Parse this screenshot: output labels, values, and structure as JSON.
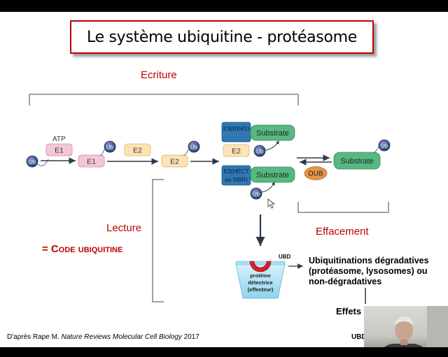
{
  "slide": {
    "title": "Le système ubiquitine - protéasome",
    "ecriture_label": "Ecriture",
    "lecture_label": "Lecture",
    "code_label": "= Code ubiquitine",
    "effacement_label": "Effacement",
    "credit_prefix": "D'après Rape M. ",
    "credit_journal": "Nature Reviews Molecular Cell Biology",
    "credit_year": " 2017",
    "bottom_right": "UBD"
  },
  "diagram": {
    "ub": "Ub",
    "atp": "ATP",
    "e1": "E1",
    "e2": "E2",
    "e3_ring": "E3(RING)",
    "e3_hect_1": "E3(HECT",
    "e3_hect_2": "ou RBR)",
    "substrate": "Substrate",
    "dub": "DUB",
    "ubd": "UBD",
    "detector_1": "protéine",
    "detector_2": "détectrice",
    "detector_3": "(effecteur)"
  },
  "effects": {
    "line1": "Ubiquitinations dégradatives",
    "line2": "(protéasome, lysosomes) ou",
    "line3": "non-dégradatives",
    "effets": "Effets"
  },
  "colors": {
    "title_border": "#c00000",
    "label_red": "#c00000",
    "e1_fill": "#f2c7d8",
    "e2_fill": "#fbe3b4",
    "substrate_fill": "#57b882",
    "e3_fill": "#2f77b5",
    "dub_fill": "#e8944a",
    "ub_fill": "#384f8c"
  }
}
